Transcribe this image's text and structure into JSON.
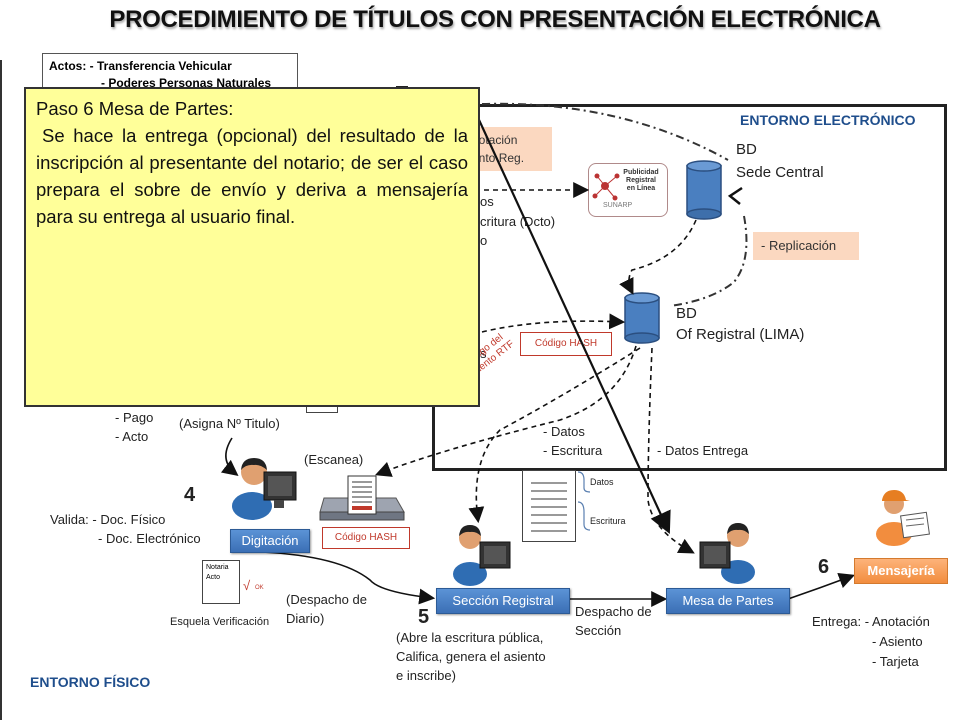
{
  "title": "PROCEDIMIENTO DE TÍTULOS CON PRESENTACIÓN ELECTRÓNICA",
  "actos": {
    "line1": "Actos: - Transferencia Vehicular",
    "line2": "- Poderes Personas Naturales"
  },
  "popup": {
    "heading": "Paso 6 Mesa de Partes:",
    "body": "Se hace la entrega (opcional) del resultado de la inscripción al presentante del notario; de ser el caso prepara el sobre de envío y deriva a mensajería para  su entrega al usuario final."
  },
  "environment": {
    "electronic": "ENTORNO ELECTRÓNICO",
    "physical": "ENTORNO FÍSICO"
  },
  "electronic": {
    "anot_box_line1": "notación",
    "anot_box_line2": "ento Reg.",
    "frag1": "os",
    "frag2": "critura (Dcto)",
    "frag3": "o",
    "frag4": "s",
    "publicidad_line1": "Publicidad",
    "publicidad_line2": "Registral",
    "publicidad_line3": "en Línea",
    "publicidad_brand": "SUNARP",
    "bd1_line1": "BD",
    "bd1_line2": "Sede Central",
    "replicacion": "-  Replicación",
    "bd2_line1": "BD",
    "bd2_line2": "Of Registral (LIMA)",
    "codigo_hash": "Código HASH",
    "datos_rotated_line1": "Datos y Código del",
    "datos_rotated_line2": "Documento RTF",
    "datos_line1": "- Datos",
    "datos_line2": "- Escritura",
    "datos_entrega": "- Datos Entrega"
  },
  "physical": {
    "pago": "- Pago",
    "acto": "- Acto",
    "asigna": "(Asigna Nº Titulo)",
    "escanea": "(Escanea)",
    "step4": "4",
    "valida_line1": "Valida:  - Doc. Físico",
    "valida_line2": "- Doc. Electrónico",
    "digitacion": "Digitación",
    "codigo_hash2": "Código HASH",
    "doc_datos": "Datos",
    "doc_escritura": "Escritura",
    "notaria": "Notaria",
    "acto_doc": "Acto",
    "ok": "OK",
    "esquela": "Esquela Verificación",
    "despacho_diario_line1": "(Despacho de",
    "despacho_diario_line2": "Diario)",
    "step5": "5",
    "seccion_registral": "Sección Registral",
    "abre_line1": "(Abre la escritura pública,",
    "abre_line2": "Califica, genera  el asiento",
    "abre_line3": "e inscribe)",
    "despacho_seccion_line1": "Despacho de",
    "despacho_seccion_line2": "Sección",
    "mesa_partes": "Mesa de Partes",
    "step6": "6",
    "mensajeria": "Mensajería",
    "entrega_line1": "Entrega:  -  Anotación",
    "entrega_line2": "-  Asiento",
    "entrega_line3": "-  Tarjeta"
  }
}
